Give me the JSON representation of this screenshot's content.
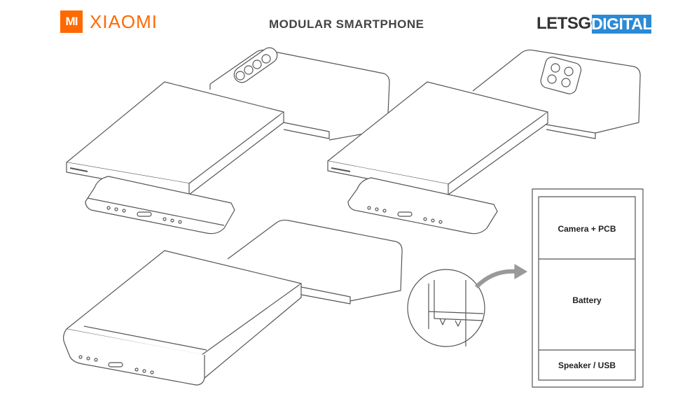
{
  "header": {
    "brand_logo_mark": "MI",
    "brand_name": "XIAOMI",
    "title": "MODULAR SMARTPHONE",
    "source_part1": "LETSGO",
    "source_part2": "DIGITAL"
  },
  "colors": {
    "brand": "#ff6900",
    "source_accent": "#2a8ad6",
    "line": "#555555"
  },
  "diagram": {
    "module_labels": [
      "Camera + PCB",
      "Battery",
      "Speaker / USB"
    ]
  }
}
